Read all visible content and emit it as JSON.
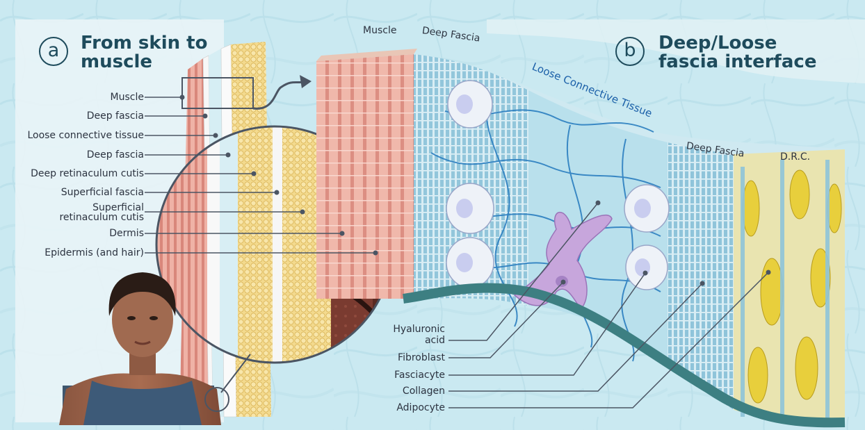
{
  "panel_a": {
    "badge": "a",
    "title_line1": "From skin to",
    "title_line2": "muscle",
    "labels": [
      "Muscle",
      "Deep fascia",
      "Loose connective tissue",
      "Deep fascia",
      "Deep retinaculum cutis",
      "Superficial fascia",
      "Superficial",
      "retinaculum cutis",
      "Dermis",
      "Epidermis (and hair)"
    ]
  },
  "panel_b": {
    "badge": "b",
    "title_line1": "Deep/Loose",
    "title_line2": "fascia interface",
    "zones": {
      "muscle": "Muscle",
      "deep_fascia_top": "Deep Fascia",
      "loose_connective": "Loose Connective Tissue",
      "deep_fascia_right": "Deep Fascia",
      "drc": "D.R.C."
    },
    "labels": [
      "Hyaluronic",
      "acid",
      "Fibroblast",
      "Fasciacyte",
      "Collagen",
      "Adipocyte"
    ]
  },
  "colors": {
    "title": "#1e4b5c",
    "muscle": "#e8a49a",
    "fat": "#f1d27a",
    "dermis": "#7a3b30",
    "collagen": "#8fc4da",
    "fibers": "#2c7fc0",
    "fibroblast": "#c7a6dc",
    "background": "#bfe3ec"
  }
}
